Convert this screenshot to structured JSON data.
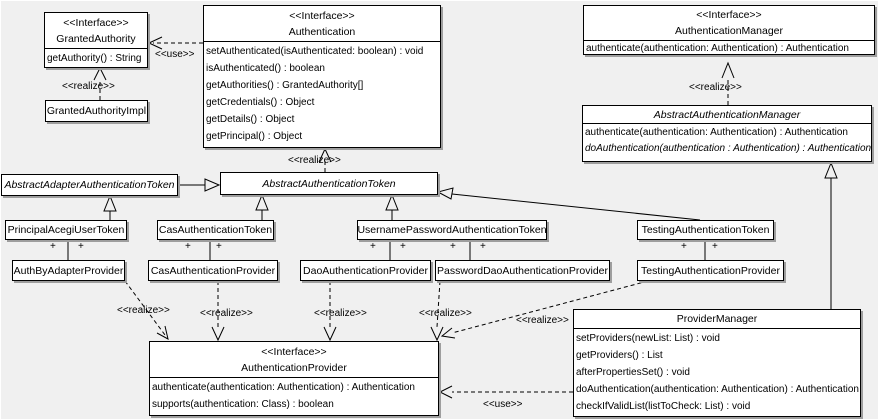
{
  "labels": {
    "interface": "<<Interface>>",
    "use": "<<use>>",
    "realize": "<<realize>>",
    "plus": "+"
  },
  "classes": {
    "granted_authority": {
      "name": "GrantedAuthority",
      "methods": [
        "getAuthority() : String"
      ]
    },
    "granted_authority_impl": {
      "name": "GrantedAuthorityImpl"
    },
    "authentication": {
      "name": "Authentication",
      "methods": [
        "setAuthenticated(isAuthenticated: boolean) : void",
        "isAuthenticated() : boolean",
        "getAuthorities() : GrantedAuthority[]",
        "getCredentials() : Object",
        "getDetails() : Object",
        "getPrincipal() : Object"
      ]
    },
    "authentication_manager": {
      "name": "AuthenticationManager",
      "methods": [
        "authenticate(authentication: Authentication) : Authentication"
      ]
    },
    "abstract_authentication_manager": {
      "name": "AbstractAuthenticationManager",
      "methods": [
        "authenticate(authentication: Authentication) : Authentication",
        "doAuthentication(authentication : Authentication) : Authentication"
      ]
    },
    "abstract_adapter_authentication_token": {
      "name": "AbstractAdapterAuthenticationToken"
    },
    "abstract_authentication_token": {
      "name": "AbstractAuthenticationToken"
    },
    "principal_acegi_user_token": {
      "name": "PrincipalAcegiUserToken"
    },
    "cas_authentication_token": {
      "name": "CasAuthenticationToken"
    },
    "username_password_authentication_token": {
      "name": "UsernamePasswordAuthenticationToken"
    },
    "testing_authentication_token": {
      "name": "TestingAuthenticationToken"
    },
    "auth_by_adapter_provider": {
      "name": "AuthByAdapterProvider"
    },
    "cas_authentication_provider": {
      "name": "CasAuthenticationProvider"
    },
    "dao_authentication_provider": {
      "name": "DaoAuthenticationProvider"
    },
    "password_dao_authentication_provider": {
      "name": "PasswordDaoAuthenticationProvider"
    },
    "testing_authentication_provider": {
      "name": "TestingAuthenticationProvider"
    },
    "authentication_provider": {
      "name": "AuthenticationProvider",
      "methods": [
        "authenticate(authentication: Authentication) : Authentication",
        "supports(authentication: Class) : boolean"
      ]
    },
    "provider_manager": {
      "name": "ProviderManager",
      "methods": [
        "setProviders(newList: List) : void",
        "getProviders() : List",
        "afterPropertiesSet() : void",
        "doAuthentication(authentication: Authentication) : Authentication",
        "checkIfValidList(listToCheck: List) : void"
      ]
    }
  }
}
